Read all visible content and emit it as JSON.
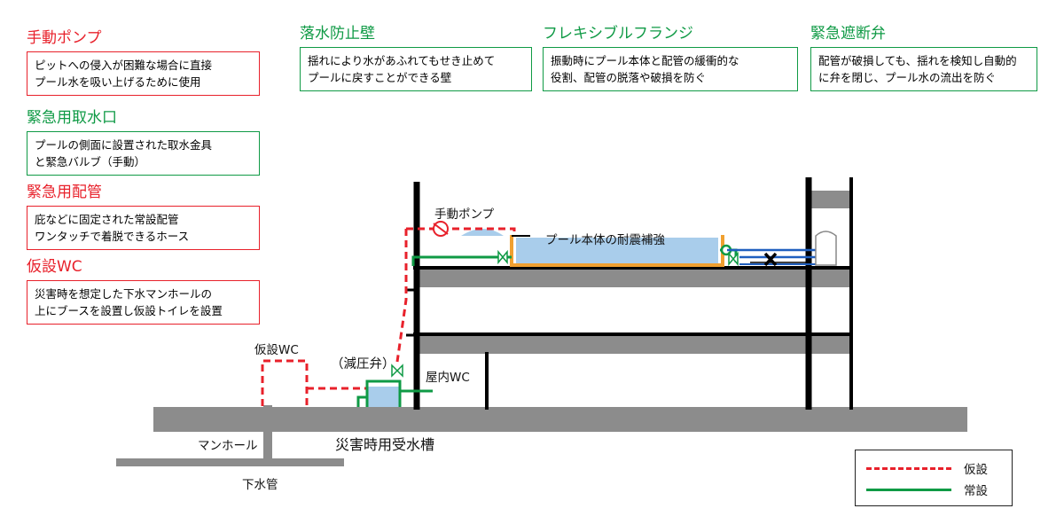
{
  "callouts": {
    "manual_pump": {
      "title": "手動ポンプ",
      "lines": [
        "ピットへの侵入が困難な場合に直接",
        "プール水を吸い上げるために使用"
      ]
    },
    "emergency_intake": {
      "title": "緊急用取水口",
      "lines": [
        "プールの側面に設置された取水金具",
        "と緊急バルブ（手動）"
      ]
    },
    "emergency_piping": {
      "title": "緊急用配管",
      "lines": [
        "庇などに固定された常設配管",
        "ワンタッチで着脱できるホース"
      ]
    },
    "temp_wc": {
      "title": "仮設WC",
      "lines": [
        "災害時を想定した下水マンホールの",
        "上にブースを設置し仮設トイレを設置"
      ]
    },
    "splash_wall": {
      "title": "落水防止壁",
      "lines": [
        "揺れにより水があふれてもせき止めて",
        "プールに戻すことができる壁"
      ]
    },
    "flex_flange": {
      "title": "フレキシブルフランジ",
      "lines": [
        "振動時にプール本体と配管の緩衝的な",
        "役割、配管の脱落や破損を防ぐ"
      ]
    },
    "emergency_valve": {
      "title": "緊急遮断弁",
      "lines": [
        "配管が破損しても、揺れを検知し自動的",
        "に弁を閉じ、プール水の流出を防ぐ"
      ]
    }
  },
  "diagram": {
    "pump_label": "手動ポンプ",
    "pool_label": "プール本体の耐震補強",
    "temp_wc_label": "仮設WC",
    "pressure_valve_label": "（減圧弁）",
    "indoor_wc_label": "屋内WC",
    "manhole_label": "マンホール",
    "tank_label": "災害時用受水槽",
    "sewer_label": "下水管"
  },
  "legend": {
    "temporary": {
      "label": "仮設",
      "color": "#e8212b"
    },
    "permanent": {
      "label": "常設",
      "color": "#0f9a45"
    }
  },
  "colors": {
    "red": "#e8212b",
    "green": "#0f9a45",
    "ground": "#8c8c8c",
    "water": "#a9cdeb",
    "orange": "#f0a030",
    "blue": "#1f5fbf"
  }
}
